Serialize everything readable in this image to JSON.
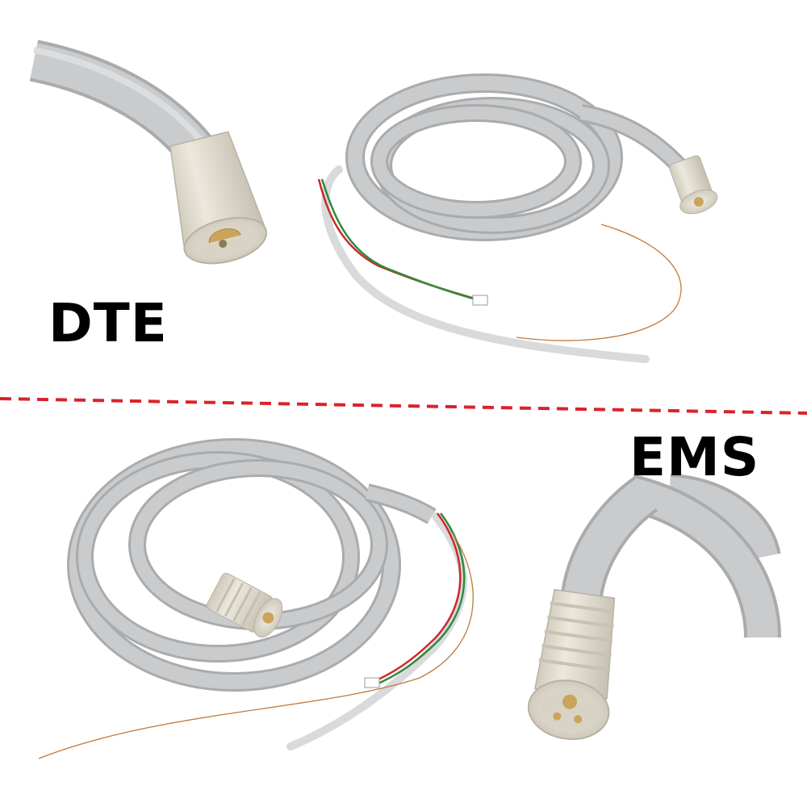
{
  "labels": {
    "top": "DTE",
    "bottom": "EMS"
  },
  "colors": {
    "background": "#ffffff",
    "cable": "#c9cbcc",
    "cable_shadow": "#a9abad",
    "cable_highlight": "#e2e3e4",
    "connector": "#e3dfd3",
    "connector_shadow": "#bdb8a8",
    "wire_red": "#cc2a2a",
    "wire_green": "#2e8b3f",
    "wire_copper": "#c07a3e",
    "divider": "#d9232a",
    "text": "#000000"
  },
  "icons": [
    "dte-handpiece-cable-closeup",
    "dte-handpiece-cable-coiled",
    "ems-handpiece-cable-coiled",
    "ems-handpiece-cable-closeup",
    "dashed-divider-line"
  ]
}
